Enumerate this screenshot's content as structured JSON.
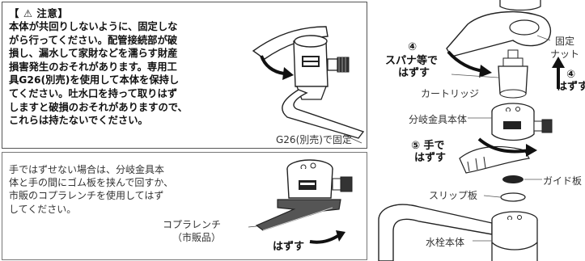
{
  "caution": {
    "title": "【 ⚠ 注意】",
    "lines": [
      "本体が共回りしないように、固定しな",
      "がら行ってください。配管接続部が破",
      "損し、漏水して家財などを濡らす財産",
      "損害発生のおそれがあります。専用工",
      "具G26(別売)を使用して本体を保持し",
      "てください。吐水口を持って取りはず",
      "しますと破損のおそれがありますので、",
      "これらは持たないでください。"
    ],
    "tool_label": "G26(別売)で固定"
  },
  "alternative": {
    "lines": [
      "手ではずせない場合は、分岐金具本",
      "体と手の間にゴム板を挟んで回すか、",
      "市販のコプラレンチを使用してはず",
      "してください。"
    ],
    "wrench_label_1": "コプラレンチ",
    "wrench_label_2": "（市販品）",
    "remove_label": "はずす"
  },
  "exploded_view": {
    "step4_spanner_num": "④",
    "step4_spanner_line1": "スパナ等で",
    "step4_spanner_line2": "はずす",
    "fixed_nut_line1": "固定",
    "fixed_nut_line2": "ナット",
    "step4_up_num": "④",
    "step4_up_label": "はずす",
    "cartridge_label": "カートリッジ",
    "branch_body_label": "分岐金具本体",
    "step5_line1": "⑤ 手で",
    "step5_line2": "はずす",
    "guide_plate_label": "ガイド板",
    "slip_plate_label": "スリップ板",
    "faucet_body_label": "水栓本体"
  }
}
